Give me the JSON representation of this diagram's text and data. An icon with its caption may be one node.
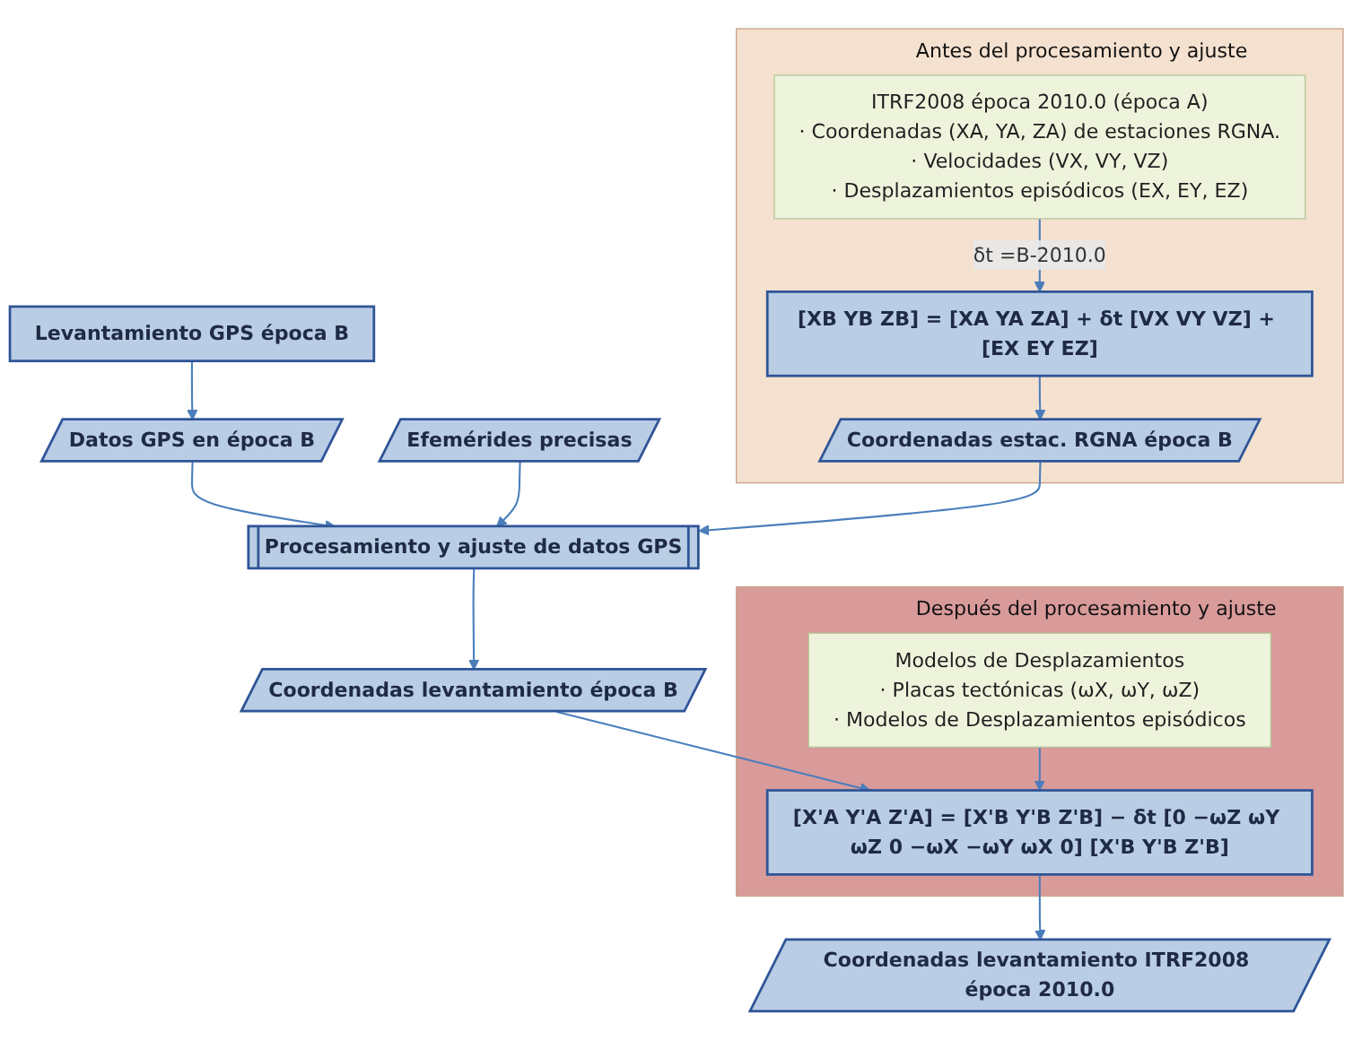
{
  "diagram": {
    "nodes": [
      {
        "text": [
          "Levantamiento GPS época B"
        ]
      },
      {
        "text": [
          "Datos GPS en época B"
        ]
      },
      {
        "text": [
          "Efemérides precisas"
        ]
      },
      {
        "text": [
          "Procesamiento y ajuste de datos GPS"
        ]
      },
      {
        "text": [
          "Antes del procesamiento y ajuste"
        ]
      },
      {
        "text": [
          "ITRF2008 época 2010.0 (época A)",
          "· Coordenadas (XA, YA, ZA) de estaciones RGNA.",
          "· Velocidades (VX, VY, VZ)",
          "· Desplazamientos episódicos (EX, EY, EZ)"
        ],
        "in": 4
      },
      {
        "text": [
          "[XB YB ZB] = [XA YA ZA] + δt [VX VY VZ] + [EX EY EZ]"
        ],
        "in": 4
      },
      {
        "text": [
          "Coordenadas estac. RGNA época B"
        ],
        "in": 4
      },
      {
        "text": [
          "Coordenadas levantamiento época B"
        ]
      },
      {
        "text": [
          "Después del procesamiento y ajuste"
        ]
      },
      {
        "text": [
          "[X'A Y'A Z'A] = [X'B Y'B Z'B] − δt [0 −ωZ ωY ωZ 0 −ωX −ωY ωX 0] [X'B Y'B Z'B]"
        ],
        "in": 9
      },
      {
        "text": [
          "Modelos de Desplazamientos",
          "· Placas tectónicas (ωX, ωY, ωZ)",
          "· Modelos de Desplazamientos episódicos"
        ],
        "in": 9
      },
      {
        "text": [
          "Coordenadas levantamiento ITRF2008 época 2010.0"
        ]
      }
    ],
    "edges": [
      {
        "from": 0,
        "to": 1,
        "arrow": "to"
      },
      {
        "from": 1,
        "to": 3,
        "arrow": "to"
      },
      {
        "from": 2,
        "to": 3,
        "arrow": "to"
      },
      {
        "from": 7,
        "to": 3,
        "arrow": "to"
      },
      {
        "from": 5,
        "to": 6,
        "arrow": "to",
        "label": "δt =B-2010.0"
      },
      {
        "from": 6,
        "to": 7,
        "arrow": "to"
      },
      {
        "from": 3,
        "to": 8,
        "arrow": "to"
      },
      {
        "from": 8,
        "to": 10,
        "arrow": "to"
      },
      {
        "from": 11,
        "to": 10,
        "arrow": "to"
      },
      {
        "from": 10,
        "to": 12,
        "arrow": "to"
      }
    ]
  }
}
